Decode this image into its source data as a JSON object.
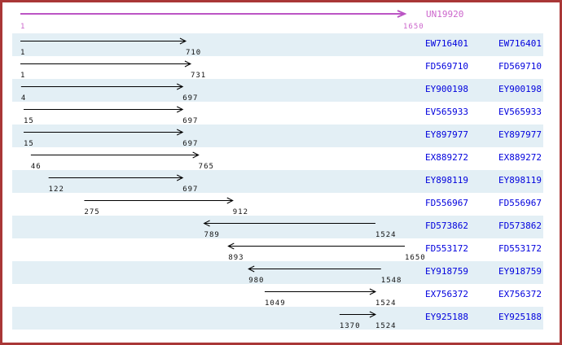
{
  "palette": {
    "border": "#a93737",
    "band": "#e3eff5",
    "background": "#ffffff",
    "reference_arrow_color": "#bb55c4",
    "reference_text_color": "#cc66cc",
    "accession_link_color": "#0000dd",
    "alignment_arrow_color": "#000000",
    "coordinate_text_color": "#111111"
  },
  "axis": {
    "min": 1,
    "max": 1650
  },
  "reference": {
    "name": "UN19920",
    "start": 1,
    "end": 1650,
    "direction": "right"
  },
  "rows": [
    {
      "accession": "EW716401",
      "start": 1,
      "end": 710,
      "direction": "right"
    },
    {
      "accession": "FD569710",
      "start": 1,
      "end": 731,
      "direction": "right"
    },
    {
      "accession": "EY900198",
      "start": 4,
      "end": 697,
      "direction": "right"
    },
    {
      "accession": "EV565933",
      "start": 15,
      "end": 697,
      "direction": "right"
    },
    {
      "accession": "EY897977",
      "start": 15,
      "end": 697,
      "direction": "right"
    },
    {
      "accession": "EX889272",
      "start": 46,
      "end": 765,
      "direction": "right"
    },
    {
      "accession": "EY898119",
      "start": 122,
      "end": 697,
      "direction": "right"
    },
    {
      "accession": "FD556967",
      "start": 275,
      "end": 912,
      "direction": "right"
    },
    {
      "accession": "FD573862",
      "start": 789,
      "end": 1524,
      "direction": "left"
    },
    {
      "accession": "FD553172",
      "start": 893,
      "end": 1650,
      "direction": "left"
    },
    {
      "accession": "EY918759",
      "start": 980,
      "end": 1548,
      "direction": "left"
    },
    {
      "accession": "EX756372",
      "start": 1049,
      "end": 1524,
      "direction": "right"
    },
    {
      "accession": "EY925188",
      "start": 1370,
      "end": 1524,
      "direction": "right"
    }
  ]
}
